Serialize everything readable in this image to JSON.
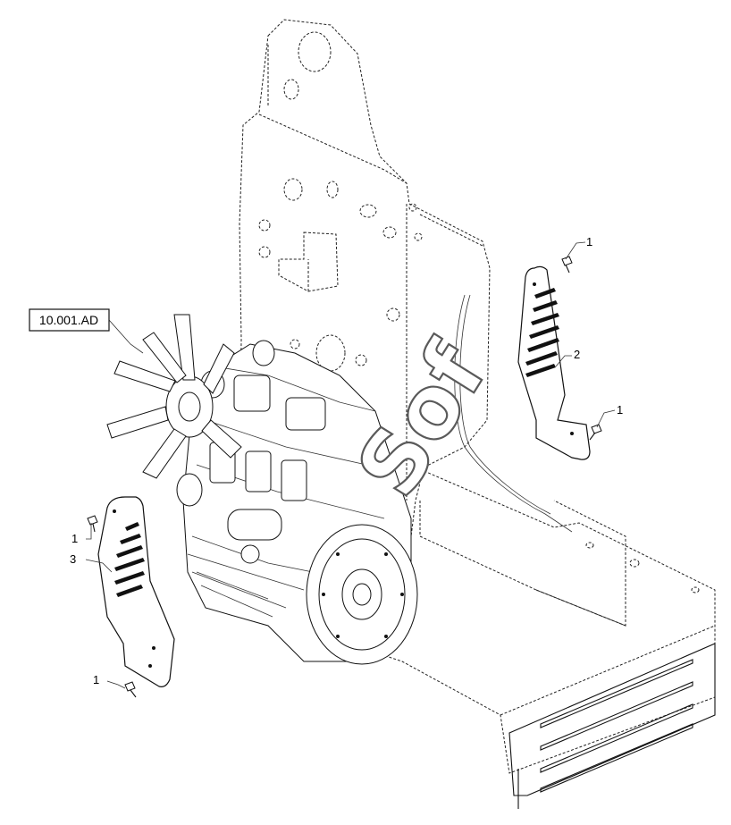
{
  "reference_box": {
    "label": "10.001.AD"
  },
  "callouts": [
    {
      "id": "c1-top-right",
      "label": "1"
    },
    {
      "id": "c2-right-panel",
      "label": "2"
    },
    {
      "id": "c1-mid-right",
      "label": "1"
    },
    {
      "id": "c1-left-top",
      "label": "1"
    },
    {
      "id": "c3-left-panel",
      "label": "3"
    },
    {
      "id": "c1-left-bottom",
      "label": "1"
    }
  ],
  "watermark": {
    "text": "Sof"
  },
  "colors": {
    "line": "#111111",
    "watermark_stroke": "#5a5a5a",
    "background": "#ffffff"
  }
}
